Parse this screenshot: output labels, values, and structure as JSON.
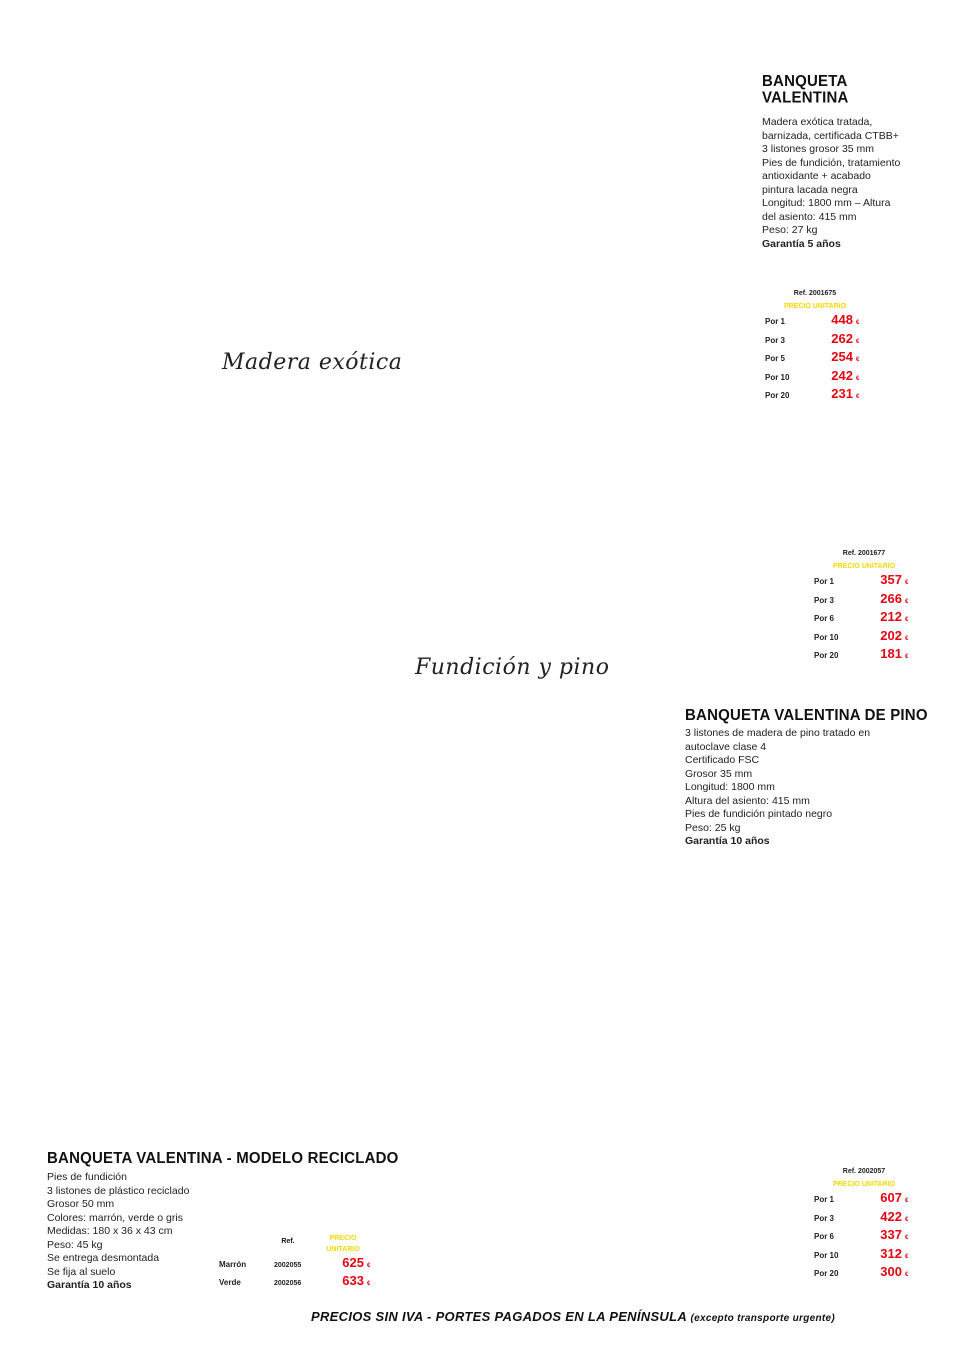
{
  "product1": {
    "title_line1": "BANQUETA",
    "title_line2": "VALENTINA",
    "description": [
      "Madera exótica tratada,",
      "barnizada, certificada CTBB+",
      "3 listones grosor 35 mm",
      "Pies de fundición, tratamiento",
      "antioxidante + acabado",
      "pintura lacada negra",
      "Longitud: 1800 mm – Altura",
      "del asiento: 415 mm",
      "Peso: 27 kg"
    ],
    "guarantee": "Garantía 5 años",
    "caption": "Madera exótica",
    "ref": "Ref. 2001675",
    "unit_label": "PRECIO UNITARIO",
    "prices": [
      {
        "qty": "Por 1",
        "price": "448",
        "currency": "€"
      },
      {
        "qty": "Por 3",
        "price": "262",
        "currency": "€"
      },
      {
        "qty": "Por 5",
        "price": "254",
        "currency": "€"
      },
      {
        "qty": "Por 10",
        "price": "242",
        "currency": "€"
      },
      {
        "qty": "Por 20",
        "price": "231",
        "currency": "€"
      }
    ]
  },
  "product2": {
    "title": "BANQUETA VALENTINA DE PINO",
    "description": [
      "3 listones de madera de pino tratado en",
      "autoclave clase 4",
      "Certificado FSC",
      "Grosor 35 mm",
      "Longitud: 1800 mm",
      "Altura del asiento: 415 mm",
      "Pies de fundición pintado negro",
      "Peso: 25 kg"
    ],
    "guarantee": "Garantía 10 años",
    "caption": "Fundición y pino",
    "ref": "Ref. 2001677",
    "unit_label": "PRECIO UNITARIO",
    "prices": [
      {
        "qty": "Por 1",
        "price": "357",
        "currency": "€"
      },
      {
        "qty": "Por 3",
        "price": "266",
        "currency": "€"
      },
      {
        "qty": "Por 6",
        "price": "212",
        "currency": "€"
      },
      {
        "qty": "Por 10",
        "price": "202",
        "currency": "€"
      },
      {
        "qty": "Por 20",
        "price": "181",
        "currency": "€"
      }
    ]
  },
  "product3": {
    "title": "BANQUETA VALENTINA - MODELO RECICLADO",
    "description": [
      "Pies de fundición",
      "3 listones de plástico reciclado",
      "Grosor 50 mm",
      "Colores: marrón, verde o gris",
      "Medidas: 180 x 36 x 43 cm",
      "Peso: 45 kg",
      "Se entrega desmontada",
      "Se fija al suelo"
    ],
    "guarantee": "Garantía 10 años",
    "color_table": {
      "ref_header": "Ref.",
      "unit_header_line1": "PRECIO",
      "unit_header_line2": "UNITARIO",
      "rows": [
        {
          "color": "Marrón",
          "ref": "2002055",
          "price": "625",
          "currency": "€"
        },
        {
          "color": "Verde",
          "ref": "2002056",
          "price": "633",
          "currency": "€"
        }
      ]
    },
    "ref": "Ref. 2002057",
    "unit_label": "PRECIO UNITARIO",
    "prices": [
      {
        "qty": "Por 1",
        "price": "607",
        "currency": "€"
      },
      {
        "qty": "Por 3",
        "price": "422",
        "currency": "€"
      },
      {
        "qty": "Por 6",
        "price": "337",
        "currency": "€"
      },
      {
        "qty": "Por 10",
        "price": "312",
        "currency": "€"
      },
      {
        "qty": "Por 20",
        "price": "300",
        "currency": "€"
      }
    ]
  },
  "footer": {
    "main": "PRECIOS SIN IVA - PORTES PAGADOS EN LA PENÍNSULA",
    "note": "(excepto transporte urgente)"
  },
  "colors": {
    "price": "#e30613",
    "unit_label": "#f5d800"
  }
}
